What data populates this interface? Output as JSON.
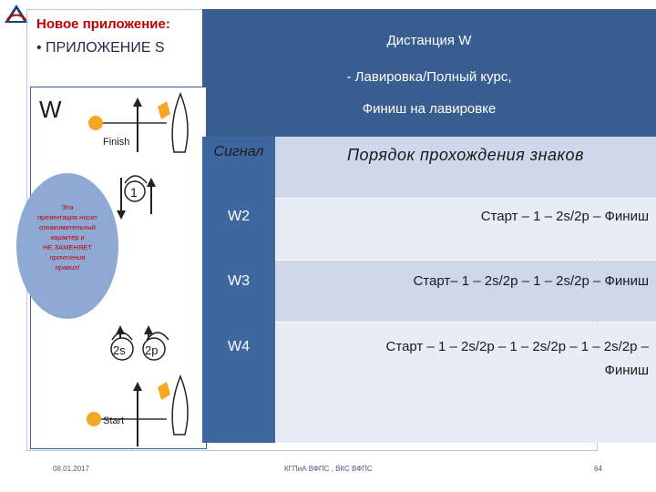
{
  "header": {
    "title": "Новое приложение:",
    "subtitle": "• ПРИЛОЖЕНИЕ S"
  },
  "course_panel": {
    "line1": "Дистанция W",
    "line2": "- Лавировка/Полный курс,",
    "line3": "Финиш на лавировке"
  },
  "diagram": {
    "letter": "W",
    "finish_label": "Finish",
    "start_label": "Start",
    "mark1": "1",
    "mark2s": "2s",
    "mark2p": "2p"
  },
  "disclaimer": {
    "line1": "Эта",
    "line2": "презентация носит",
    "line3": "ознакомительный",
    "line4": "характер и",
    "line5": "НЕ ЗАМЕНЯЕТ",
    "line6": "прочтения",
    "line7": "правил!"
  },
  "table": {
    "header_signal": "Сигнал",
    "header_order": "Порядок прохождения знаков",
    "rows": [
      {
        "signal": "W2",
        "sequence": "Старт – 1 – 2s/2p – Финиш"
      },
      {
        "signal": "W3",
        "sequence": "Старт– 1 – 2s/2p – 1 – 2s/2p – Финиш"
      },
      {
        "signal": "W4",
        "sequence_line1": "Старт – 1 – 2s/2p – 1 – 2s/2p – 1 – 2s/2p –",
        "sequence_line2": "Финиш"
      }
    ]
  },
  "footer": {
    "date": "08.01.2017",
    "org": "КГПиА ВФПС , ВКС ВФПС",
    "page": "64"
  },
  "colors": {
    "accent_dark": "#385d91",
    "accent_sidebar": "#3e67a0",
    "row_dark": "#cfd8ea",
    "row_light": "#e8ecf6",
    "title_red": "#c00000",
    "mark_orange": "#f5a623"
  }
}
